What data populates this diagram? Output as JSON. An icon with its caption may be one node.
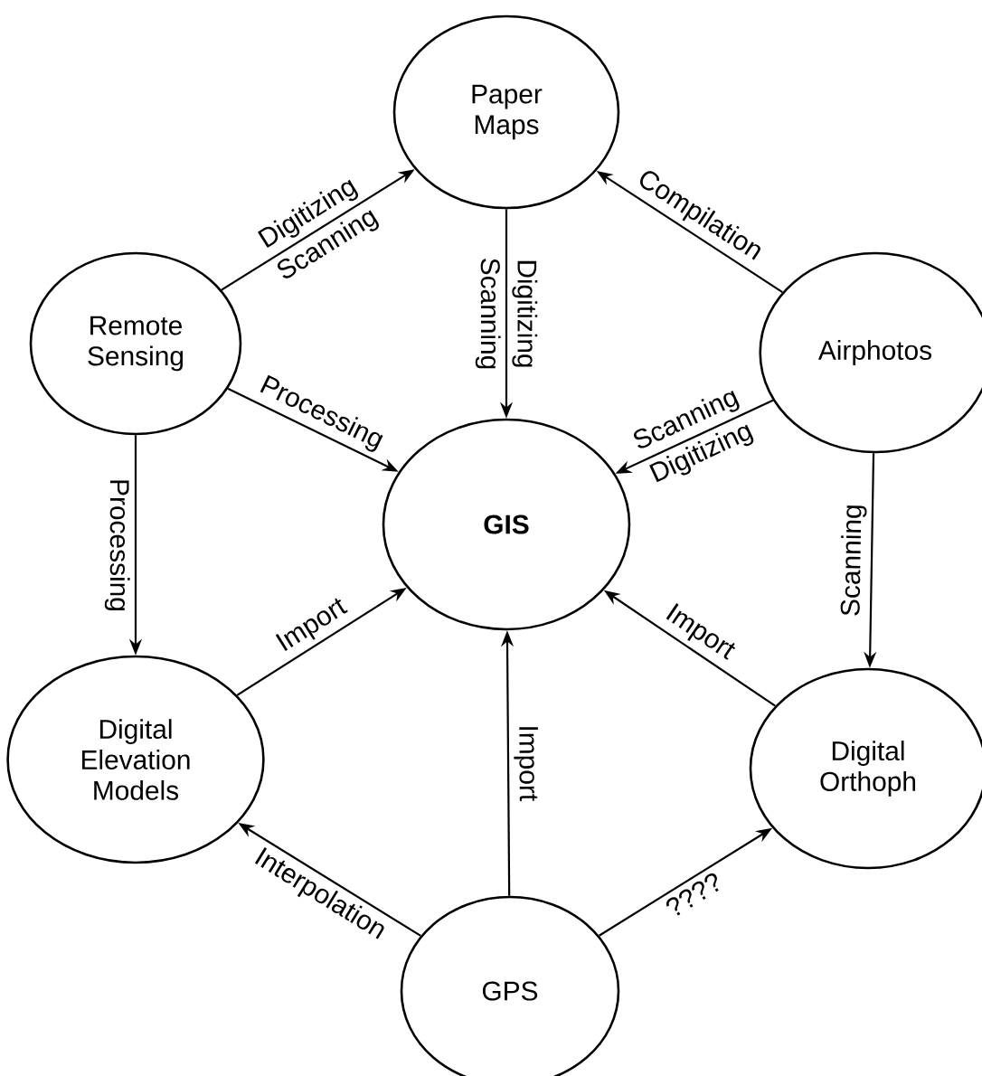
{
  "diagram": {
    "nodes": [
      {
        "text": [
          "Paper Maps"
        ]
      },
      {
        "text": [
          "Remote Sensing"
        ]
      },
      {
        "text": [
          "Airphotos"
        ]
      },
      {
        "text": [
          "GIS"
        ]
      },
      {
        "text": [
          "Digital Elevation Models"
        ]
      },
      {
        "text": [
          "Digital Orthoph"
        ]
      },
      {
        "text": [
          "GPS"
        ]
      }
    ],
    "edges": [
      {
        "from": 1,
        "to": 0,
        "arrow": "to",
        "label": "Digitizing"
      },
      {
        "from": 2,
        "to": 0,
        "arrow": "to",
        "label": "Compilation"
      },
      {
        "from": 0,
        "to": 3,
        "arrow": "to",
        "label": "Scanning"
      },
      {
        "from": 1,
        "to": 3,
        "arrow": "to",
        "label": "Processing"
      },
      {
        "from": 2,
        "to": 3,
        "arrow": "to",
        "label": "Scanning"
      },
      {
        "from": 1,
        "to": 4,
        "arrow": "to",
        "label": "Processing"
      },
      {
        "from": 2,
        "to": 5,
        "arrow": "to",
        "label": "Scanning"
      },
      {
        "from": 4,
        "to": 3,
        "arrow": "to",
        "label": "Import"
      },
      {
        "from": 5,
        "to": 3,
        "arrow": "to",
        "label": "Import"
      },
      {
        "from": 6,
        "to": 3,
        "arrow": "to",
        "label": "Import"
      },
      {
        "from": 6,
        "to": 4,
        "arrow": "to",
        "label": "Interpolation"
      },
      {
        "from": 6,
        "to": 5,
        "arrow": "to",
        "label": "????"
      }
    ],
    "labels": [
      "Scanning",
      "Digitizing",
      "Digitizing"
    ]
  }
}
